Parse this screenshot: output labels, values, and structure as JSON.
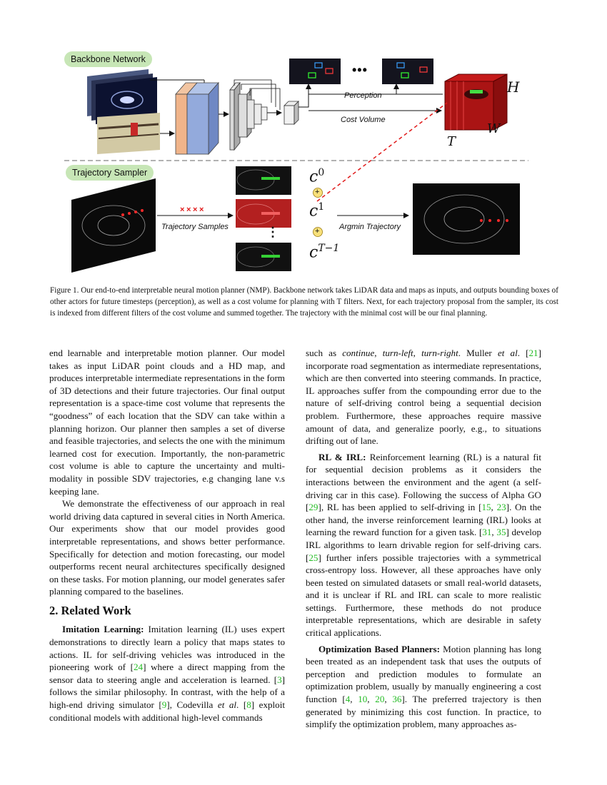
{
  "figure": {
    "backbone_label": "Backbone Network",
    "sampler_label": "Trajectory Sampler",
    "perception_label": "Perception",
    "cost_volume_label": "Cost Volume",
    "dim_h": "H",
    "dim_w": "W",
    "dim_t": "T",
    "traj_samples_label": "Trajectory Samples",
    "argmin_label": "Argmin Trajectory",
    "cost_labels": [
      "c",
      "c",
      "c"
    ],
    "cost_sups": [
      "0",
      "1",
      "T−1"
    ],
    "ellipsis_h": "•••",
    "ellipsis_v": "⋮",
    "plus": "+"
  },
  "caption": "Figure 1. Our end-to-end interpretable neural motion planner (NMP). Backbone network takes LiDAR data and maps as inputs, and outputs bounding boxes of other actors for future timesteps (perception), as well as a cost volume for planning with T filters. Next, for each trajectory proposal from the sampler, its cost is indexed from different filters of the cost volume and summed together. The trajectory with the minimal cost will be our final planning.",
  "left": {
    "p1": "end learnable and interpretable motion planner. Our model takes as input LiDAR point clouds and a HD map, and produces interpretable intermediate representations in the form of 3D detections and their future trajectories. Our final output representation is a space-time cost volume that represents the “goodness” of each location that the SDV can take within a planning horizon. Our planner then samples a set of diverse and feasible trajectories, and selects the one with the minimum learned cost for execution. Importantly, the non-parametric cost volume is able to capture the uncertainty and multi-modality in possible SDV trajectories, e.g changing lane v.s keeping lane.",
    "p2": "We demonstrate the effectiveness of our approach in real world driving data captured in several cities in North America. Our experiments show that our model provides good interpretable representations, and shows better performance. Specifically for detection and motion forecasting, our model outperforms recent neural architectures specifically designed on these tasks. For motion planning, our model generates safer planning compared to the baselines.",
    "section": "2. Related Work",
    "p3_head": "Imitation Learning:",
    "p3_a": " Imitation learning (IL) uses expert demonstrations to directly learn a policy that maps states to actions. IL for self-driving vehicles was introduced in the pioneering work of [",
    "c24": "24",
    "p3_b": "] where a direct mapping from the sensor data to steering angle and acceleration is learned. [",
    "c3": "3",
    "p3_c": "] follows the similar philosophy. In contrast, with the help of a high-end driving simulator [",
    "c9": "9",
    "p3_d": "], Codevilla ",
    "etal": "et al",
    "p3_e": ". [",
    "c8": "8",
    "p3_f": "] exploit conditional models with additional high-level commands"
  },
  "right": {
    "p1_a": "such as ",
    "w1": "continue",
    "comma1": ", ",
    "w2": "turn-left",
    "comma2": ", ",
    "w3": "turn-right",
    "p1_b": ". Muller ",
    "etal": "et al",
    "p1_c": ". [",
    "c21": "21",
    "p1_d": "] incorporate road segmentation as intermediate representations, which are then converted into steering commands. In practice, IL approaches suffer from the compounding error due to the nature of self-driving control being a sequential decision problem. Furthermore, these approaches require massive amount of data, and generalize poorly, e.g., to situations drifting out of lane.",
    "p2_head": "RL & IRL:",
    "p2_a": " Reinforcement learning (RL) is a natural fit for sequential decision problems as it considers the interactions between the environment and the agent (a self-driving car in this case). Following the success of Alpha GO [",
    "c29": "29",
    "p2_b": "], RL has been applied to self-driving in [",
    "c15": "15",
    "sep1": ", ",
    "c23": "23",
    "p2_c": "]. On the other hand, the inverse reinforcement learning (IRL) looks at learning the reward function for a given task. [",
    "c31": "31",
    "sep2": ", ",
    "c35": "35",
    "p2_d": "] develop IRL algorithms to learn drivable region for self-driving cars. [",
    "c25": "25",
    "p2_e": "] further infers possible trajectories with a symmetrical cross-entropy loss. However, all these approaches have only been tested on simulated datasets or small real-world datasets, and it is unclear if RL and IRL can scale to more realistic settings. Furthermore, these methods do not produce interpretable representations, which are desirable in safety critical applications.",
    "p3_head": "Optimization Based Planners:",
    "p3_a": " Motion planning has long been treated as an independent task that uses the outputs of perception and prediction modules to formulate an optimization problem, usually by manually engineering a cost function [",
    "c4": "4",
    "sep3": ", ",
    "c10": "10",
    "sep4": ", ",
    "c20": "20",
    "sep5": ", ",
    "c36": "36",
    "p3_b": "]. The preferred trajectory is then generated by minimizing this cost function. In practice, to simplify the optimization problem, many approaches as-"
  }
}
